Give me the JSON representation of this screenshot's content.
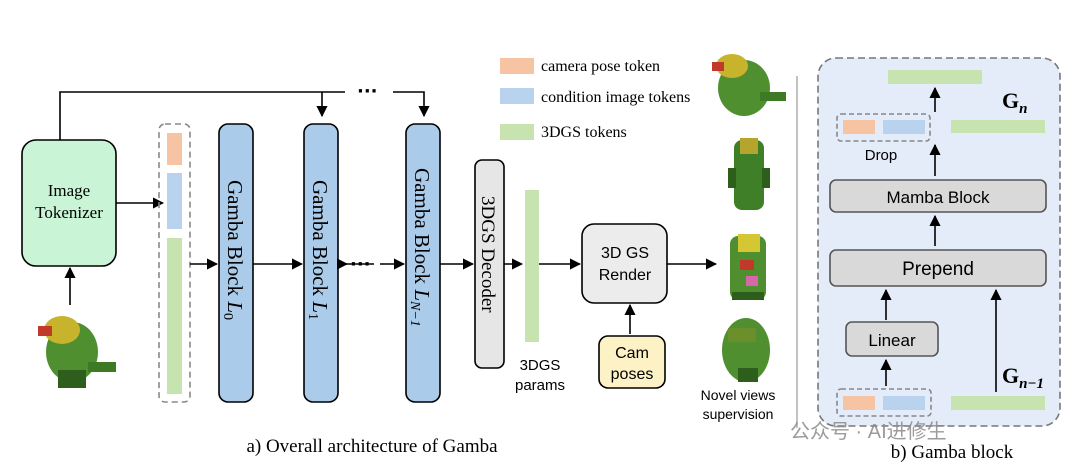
{
  "legend": {
    "camera_pose": "camera pose token",
    "condition_image": "condition image tokens",
    "gs_tokens": "3DGS tokens"
  },
  "left": {
    "tokenizer_line1": "Image",
    "tokenizer_line2": "Tokenizer",
    "ellipsis_top": "···",
    "ellipsis_mid": "···",
    "block0_main": "Gamba Block ",
    "block0_sub": "0",
    "block1_main": "Gamba Block ",
    "block1_sub": "1",
    "blockN_main": "Gamba Block ",
    "blockN_sub": "N−1",
    "block_var": "L",
    "decoder": "3DGS Decoder",
    "params_line1": "3DGS",
    "params_line2": "params",
    "render_line1": "3D GS",
    "render_line2": "Render",
    "cam_line1": "Cam",
    "cam_line2": "poses",
    "novel_line1": "Novel views",
    "novel_line2": "supervision",
    "caption": "a) Overall architecture of Gamba"
  },
  "right": {
    "gn_main": "G",
    "gn_sub": "n",
    "gn1_main": "G",
    "gn1_sub": "n−1",
    "drop": "Drop",
    "mamba": "Mamba Block",
    "prepend": "Prepend",
    "linear": "Linear",
    "caption": "b) Gamba block"
  },
  "watermark": "公众号 · AI进修生",
  "colors": {
    "camera_pose": "#f6c3a3",
    "condition_image": "#b9d3ee",
    "gs_token": "#c6e3b0",
    "tokenizer": "#c9f5d6",
    "gamba_block": "#aacbea",
    "decoder": "#e6e6e6",
    "render": "#ececec",
    "cam_poses": "#fdf1c6",
    "panel_bg": "#e3ecf8",
    "gray_block": "#d9d9d9"
  }
}
